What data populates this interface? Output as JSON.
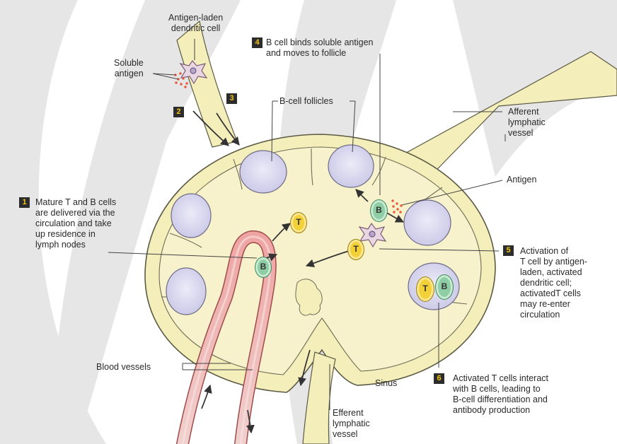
{
  "labels": {
    "antigen_laden_dendritic_cell": "Antigen-laden\ndendritic cell",
    "soluble_antigen": "Soluble\nantigen",
    "step4_text": "B cell binds soluble antigen\nand moves to follicle",
    "b_cell_follicles": "B-cell follicles",
    "afferent_lymphatic_vessel": "Afferent\nlymphatic\nvessel",
    "antigen": "Antigen",
    "step1_text": "Mature T and B cells\nare delivered via the\ncirculation and take\nup residence in\nlymph nodes",
    "step5_text": "Activation of\nT cell by antigen-\nladen, activated\ndendritic cell;\nactivatedT cells\nmay re-enter\ncirculation",
    "blood_vessels": "Blood vessels",
    "sinus": "Sinus",
    "step6_text": "Activated T cells interact\nwith B cells, leading to\nB-cell differentiation and\nantibody production",
    "efferent_lymphatic_vessel": "Efferent\nlymphatic\nvessel"
  },
  "steps": {
    "s1": "1",
    "s2": "2",
    "s3": "3",
    "s4": "4",
    "s5": "5",
    "s6": "6"
  },
  "cells": {
    "t": "T",
    "b": "B"
  },
  "colors": {
    "lymph_fill": "#f4eebb",
    "lymph_stroke": "#5b5a44",
    "follicle": "#d6d4ee",
    "badge_bg": "#2c2c2c",
    "badge_text": "#f0c419",
    "t_cell": "#f3cf38",
    "b_cell": "#8fcda5",
    "blood_vessel": "#e8a5a3",
    "background_swoosh": "#e6e6e6"
  }
}
